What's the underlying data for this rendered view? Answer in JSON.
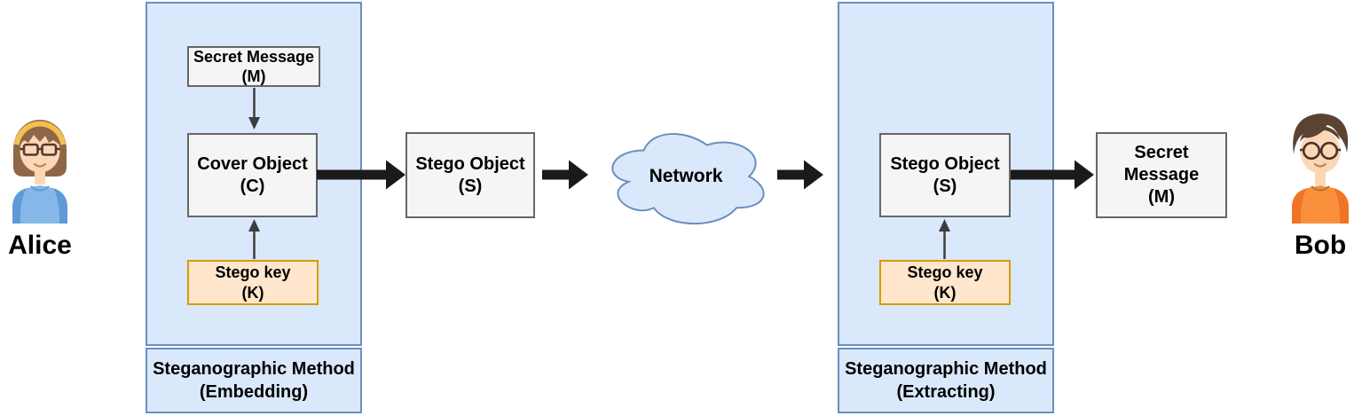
{
  "actors": {
    "alice_label": "Alice",
    "bob_label": "Bob"
  },
  "embedding": {
    "title1": "Steganographic Method",
    "title2": "(Embedding)",
    "secret_message1": "Secret Message",
    "secret_message2": "(M)",
    "cover_object1": "Cover Object",
    "cover_object2": "(C)",
    "stego_key1": "Stego key",
    "stego_key2": "(K)"
  },
  "transmission": {
    "stego_object1": "Stego Object",
    "stego_object2": "(S)",
    "network_label": "Network"
  },
  "extracting": {
    "title1": "Steganographic Method",
    "title2": "(Extracting)",
    "stego_object1": "Stego Object",
    "stego_object2": "(S)",
    "stego_key1": "Stego key",
    "stego_key2": "(K)",
    "secret_message1": "Secret",
    "secret_message2": "Message",
    "secret_message3": "(M)"
  },
  "colors": {
    "panel_fill": "#dae8fc",
    "panel_border": "#6c8ebf",
    "box_fill": "#f5f5f5",
    "box_border": "#666666",
    "key_fill": "#ffe6cc",
    "key_border": "#d79b00",
    "cloud_fill": "#dae8fc",
    "cloud_border": "#6c8ebf",
    "arrow_thick": "#1a1a1a",
    "arrow_thin": "#3d3d3d"
  }
}
